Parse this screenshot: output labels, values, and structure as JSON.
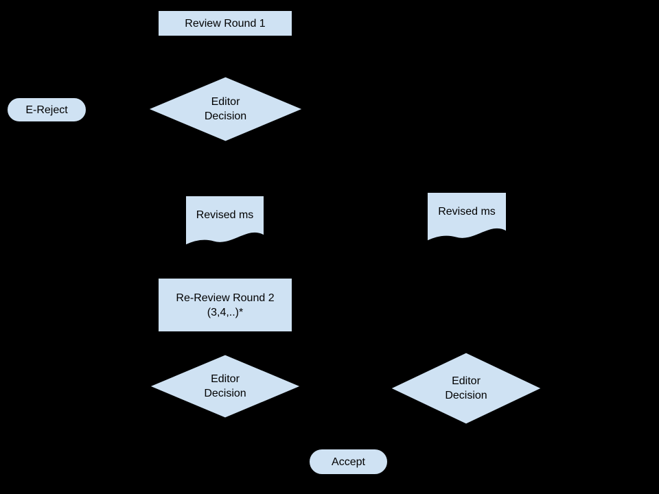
{
  "colors": {
    "background": "#000000",
    "node_fill": "#cfe2f3",
    "node_stroke": "#000000",
    "node_text": "#000000"
  },
  "nodes": {
    "review_round_1": {
      "type": "process",
      "label": "Review Round 1"
    },
    "editor_decision_1": {
      "type": "decision",
      "label": "Editor\nDecision"
    },
    "e_reject": {
      "type": "terminator",
      "label": "E-Reject"
    },
    "revised_ms_left": {
      "type": "document",
      "label": "Revised ms"
    },
    "revised_ms_right": {
      "type": "document",
      "label": "Revised ms"
    },
    "re_review_round_2": {
      "type": "process",
      "label": "Re-Review Round 2\n(3,4,..)*"
    },
    "editor_decision_2": {
      "type": "decision",
      "label": "Editor\nDecision"
    },
    "editor_decision_3": {
      "type": "decision",
      "label": "Editor\nDecision"
    },
    "accept": {
      "type": "terminator",
      "label": "Accept"
    }
  }
}
